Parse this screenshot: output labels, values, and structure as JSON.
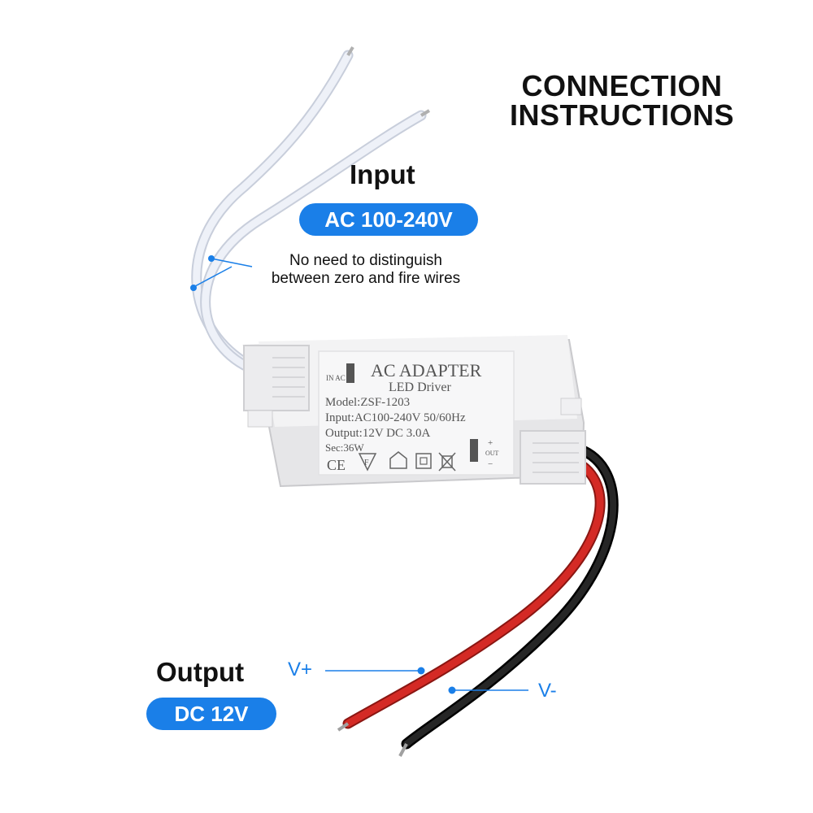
{
  "title": {
    "line1": "CONNECTION",
    "line2": "INSTRUCTIONS"
  },
  "input": {
    "heading": "Input",
    "badge": "AC 100-240V",
    "note_line1": "No need to distinguish",
    "note_line2": "between zero and fire wires"
  },
  "output": {
    "heading": "Output",
    "badge": "DC 12V",
    "v_plus": "V+",
    "v_minus": "V-"
  },
  "device_label": {
    "in_ac": "IN AC",
    "line_ac_adapter": "AC   ADAPTER",
    "line_led_driver": "LED Driver",
    "model": "Model:ZSF-1203",
    "input": "Input:AC100-240V  50/60Hz",
    "output": "Output:12V   DC 3.0A",
    "sec": "Sec:36W",
    "ce": "CE",
    "f_mark": "F",
    "out": "OUT",
    "plus": "+",
    "minus": "−"
  },
  "colors": {
    "accent": "#1a7fe8",
    "red_wire": "#d42a25",
    "black_wire": "#151515",
    "white_wire": "#e9edf6"
  }
}
